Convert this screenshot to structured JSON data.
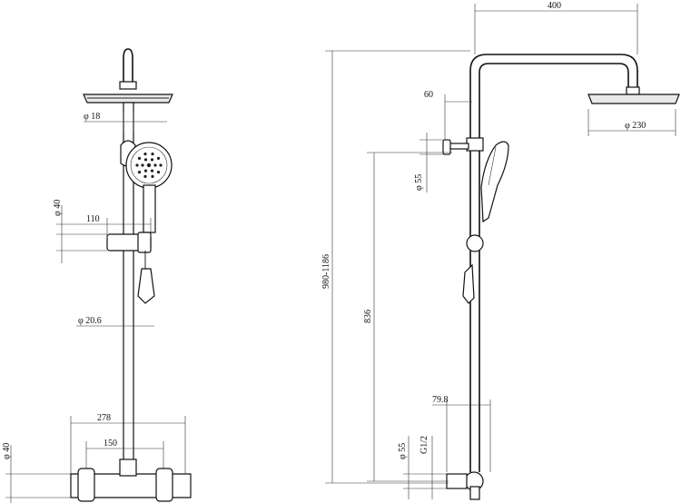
{
  "front_view": {
    "dim_head_pipe": "φ 18",
    "dim_slider": "φ 40",
    "dim_bracket": "110",
    "dim_riser": "φ 20.6",
    "dim_valve_width": "278",
    "dim_centers": "150",
    "dim_valve": "φ 40"
  },
  "side_view": {
    "dim_reach": "400",
    "dim_offset": "60",
    "dim_head": "φ 230",
    "dim_holder": "φ 55",
    "dim_total_height": "980-1186",
    "dim_slide_height": "836",
    "dim_depth": "79.8",
    "dim_inlet": "φ 55",
    "dim_thread": "G1/2"
  }
}
